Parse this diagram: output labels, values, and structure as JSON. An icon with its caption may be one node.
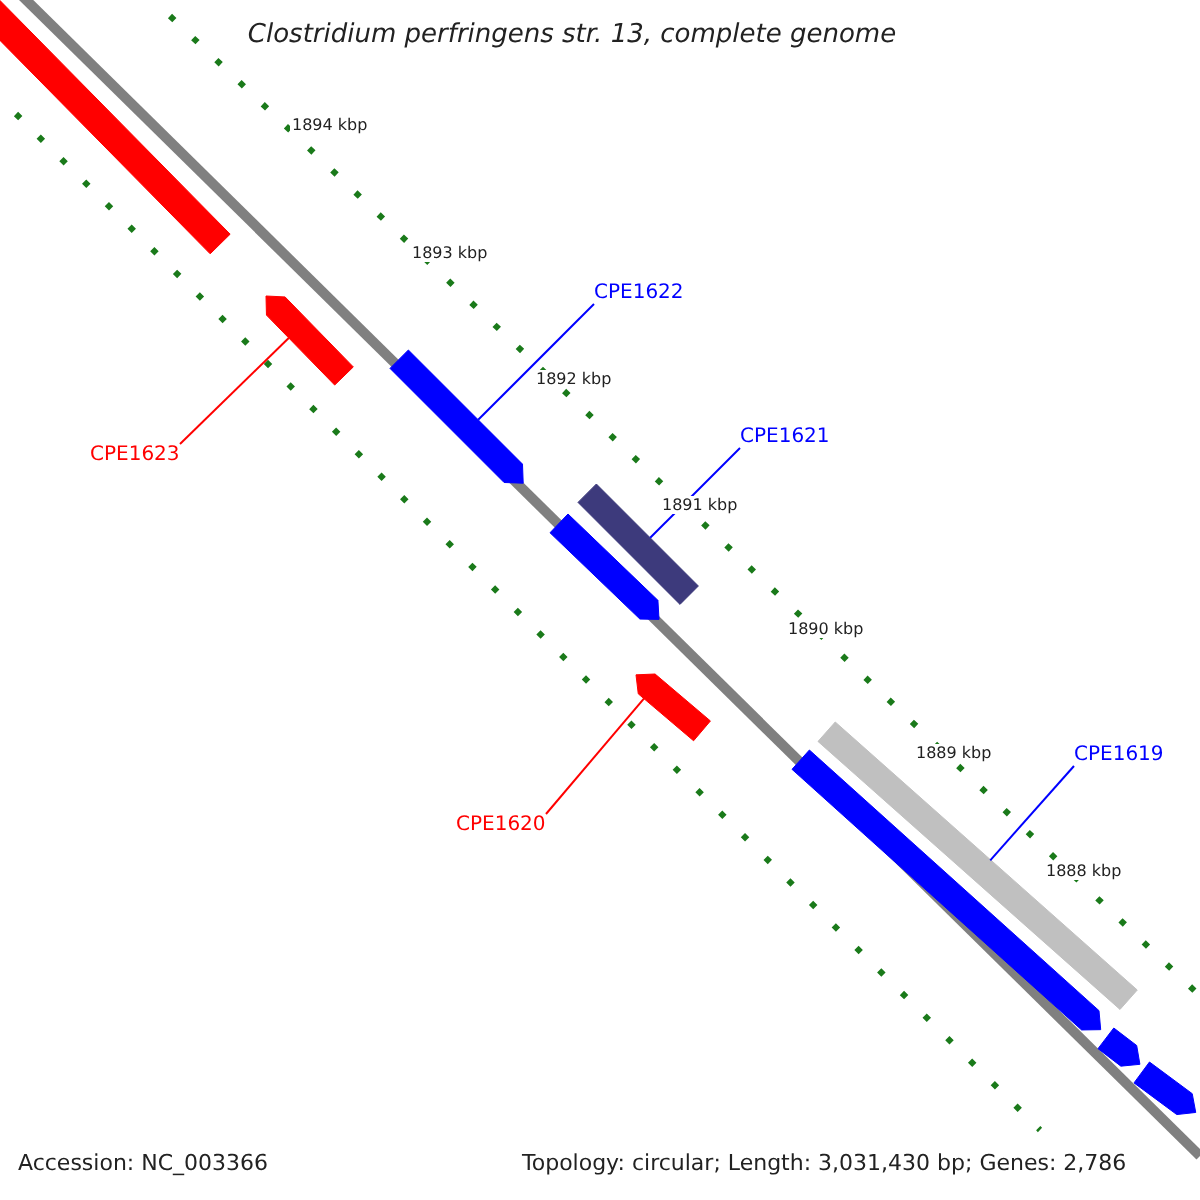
{
  "diagram": {
    "title": "Clostridium perfringens str. 13, complete genome",
    "nodes": [
      {
        "text": [],
        "shape": "arrow"
      },
      {
        "text": [],
        "shape": "arrow"
      },
      {
        "text": [
          "CPE1622"
        ]
      },
      {
        "text": [],
        "shape": "arrow"
      },
      {
        "text": [
          "CPE1623"
        ]
      },
      {
        "text": [
          "CPE1621"
        ]
      },
      {
        "text": [],
        "shape": "bar"
      },
      {
        "text": [],
        "shape": "arrow"
      },
      {
        "text": [],
        "shape": "arrow"
      },
      {
        "text": [],
        "shape": "bar"
      },
      {
        "text": [],
        "shape": "arrow"
      },
      {
        "text": [
          "CPE1619"
        ]
      },
      {
        "text": [
          "CPE1620"
        ]
      },
      {
        "text": [],
        "shape": "arrow"
      },
      {
        "text": [],
        "shape": "arrow"
      }
    ],
    "edges": [
      {
        "from": 2,
        "to": 3,
        "arrow": "none"
      },
      {
        "from": 4,
        "to": 1,
        "arrow": "none",
        "color": "#ff0000"
      },
      {
        "from": 5,
        "to": 6,
        "arrow": "none"
      },
      {
        "from": 11,
        "to": 9,
        "arrow": "none"
      },
      {
        "from": 12,
        "to": 8,
        "arrow": "none",
        "color": "#ff0000"
      }
    ],
    "labels": [
      "1894 kbp",
      "1893 kbp",
      "1892 kbp",
      "1891 kbp",
      "1890 kbp",
      "1889 kbp",
      "1888 kbp",
      "Accession: NC_003366",
      "Topology: circular; Length: 3,031,430 bp; Genes: 2,786"
    ]
  }
}
